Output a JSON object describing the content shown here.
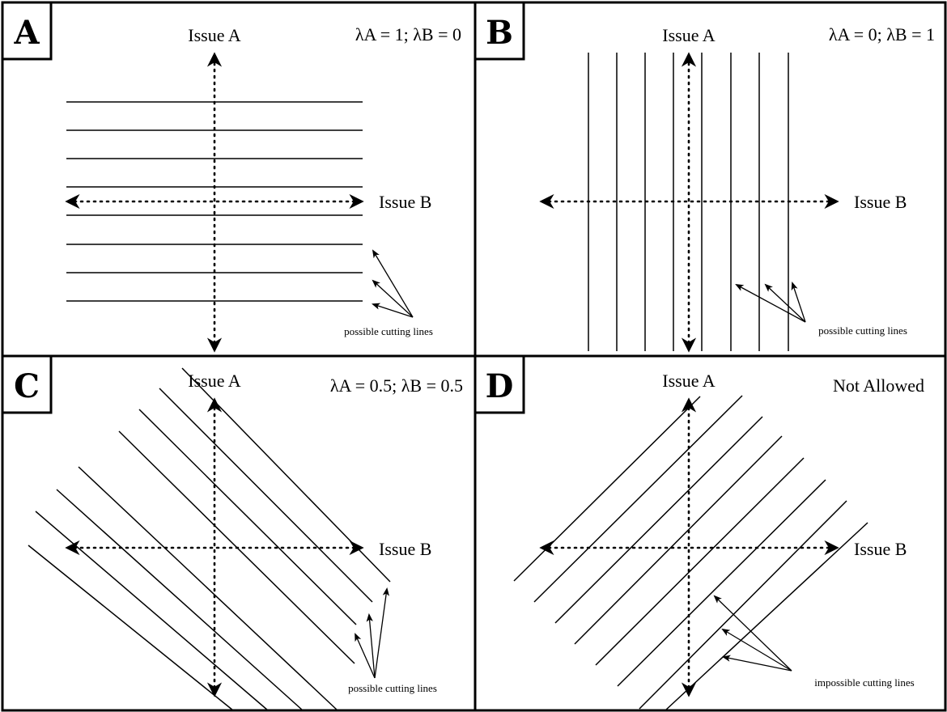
{
  "panels": [
    {
      "letter": "A",
      "params": "λA = 1; λB = 0",
      "axis_y_label": "Issue A",
      "axis_x_label": "Issue B",
      "note": "possible cutting lines"
    },
    {
      "letter": "B",
      "params": "λA = 0; λB = 1",
      "axis_y_label": "Issue A",
      "axis_x_label": "Issue B",
      "note": "possible cutting lines"
    },
    {
      "letter": "C",
      "params": "λA = 0.5; λB = 0.5",
      "axis_y_label": "Issue A",
      "axis_x_label": "Issue B",
      "note": "possible cutting lines"
    },
    {
      "letter": "D",
      "params": "Not Allowed",
      "axis_y_label": "Issue A",
      "axis_x_label": "Issue B",
      "note": "impossible cutting lines"
    }
  ],
  "colors": {
    "ink": "#000000",
    "background": "#ffffff"
  }
}
